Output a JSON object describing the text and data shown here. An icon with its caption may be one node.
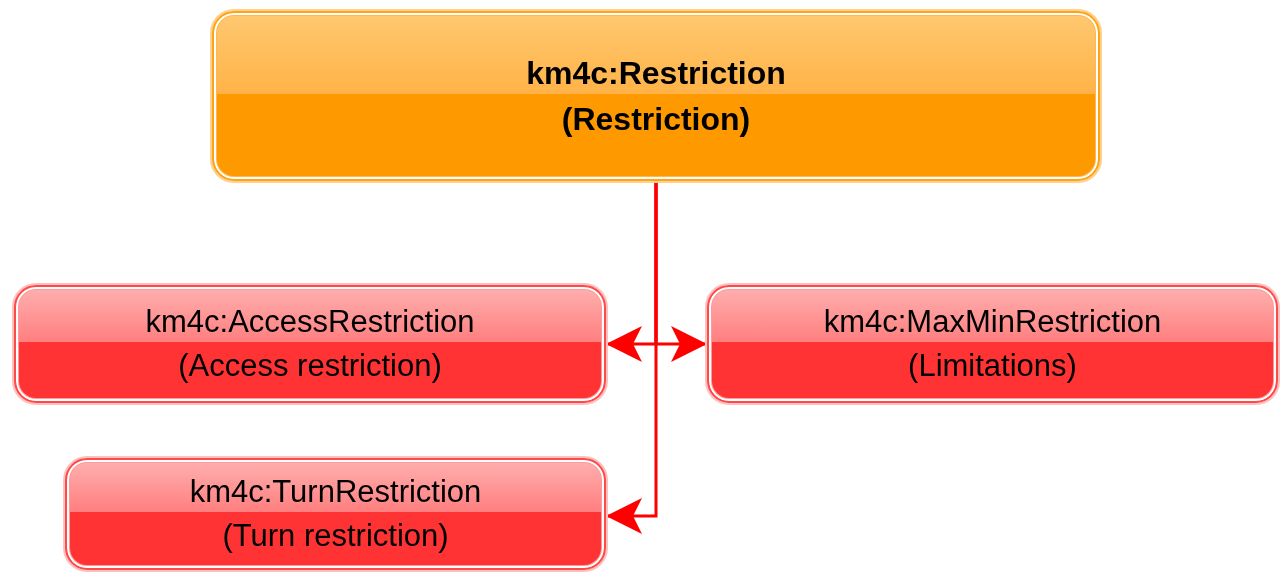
{
  "diagram": {
    "nodes": [
      {
        "text": [
          "km4c:Restriction",
          "(Restriction)"
        ]
      },
      {
        "text": [
          "km4c:AccessRestriction",
          "(Access restriction)"
        ]
      },
      {
        "text": [
          "km4c:MaxMinRestriction",
          "(Limitations)"
        ]
      },
      {
        "text": [
          "km4c:TurnRestriction",
          "(Turn restriction)"
        ]
      }
    ],
    "edges": [
      {
        "from": 0,
        "to": 1,
        "arrow": "to"
      },
      {
        "from": 0,
        "to": 2,
        "arrow": "to"
      },
      {
        "from": 0,
        "to": 3,
        "arrow": "to"
      }
    ]
  }
}
